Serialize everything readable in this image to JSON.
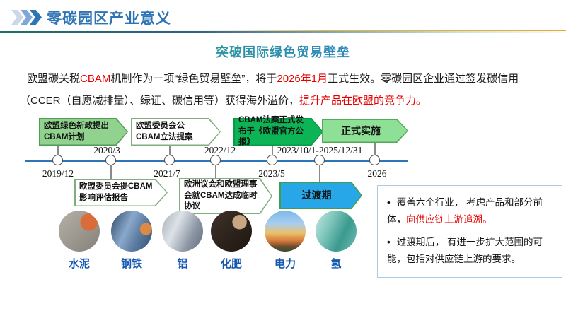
{
  "header": {
    "title": "零碳园区产业意义",
    "icon": "triple-chevron-right"
  },
  "subtitle": "突破国际绿色贸易壁垒",
  "intro": {
    "line1": [
      {
        "t": "欧盟碳关税"
      },
      {
        "t": "CBAM"
      },
      {
        "t": "机制作为一项“绿色贸易壁垒”，将于"
      },
      {
        "t": "2026年1月"
      },
      {
        "t": "正式生效。零碳园区企业通过签发碳信用"
      }
    ],
    "line2": [
      {
        "t": "（CCER（自愿减排量）、绿证、碳信用等）获得海外溢价，"
      },
      {
        "t": "提升产品在欧盟的竞争力。"
      }
    ]
  },
  "timeline": {
    "dates": [
      "2019/12",
      "2020/3",
      "2021/7",
      "2022/12",
      "2023/5",
      "2023/10/1-2025/12/31",
      "2026"
    ],
    "milestones": [
      {
        "label": "欧盟绿色新政提出CBAM计划",
        "style": "green-arrow",
        "position": "above",
        "date": "2019/12"
      },
      {
        "label": "欧盟委员会提CBAM影响评估报告",
        "style": "white-arrow",
        "position": "below",
        "date": "2020/3"
      },
      {
        "label": "欧盟委员会公CBAM立法提案",
        "style": "white-arrow",
        "position": "above",
        "date": "2021/7"
      },
      {
        "label": "欧洲议会和欧盟理事会就CBAM达成临时协议",
        "style": "white-arrow",
        "position": "below",
        "date": "2022/12"
      },
      {
        "label": "CBAM法案正式发布于《欧盟官方公报》",
        "style": "dark-green-arrow",
        "position": "above",
        "date": "2023/5"
      },
      {
        "label": "过渡期",
        "style": "blue-arrow",
        "position": "below",
        "date": "2023/10/1-2025/12/31"
      },
      {
        "label": "正式实施",
        "style": "light-green-arrow",
        "position": "above",
        "date": "2026"
      }
    ]
  },
  "industries": [
    {
      "label": "水泥",
      "photo": "cement-plastering-photo"
    },
    {
      "label": "钢铁",
      "photo": "steel-mill-photo"
    },
    {
      "label": "铝",
      "photo": "aluminum-coils-photo"
    },
    {
      "label": "化肥",
      "photo": "fertilizer-soil-hand-photo"
    },
    {
      "label": "电力",
      "photo": "power-lines-sunset-photo"
    },
    {
      "label": "氢",
      "photo": "hydrogen-plant-photo"
    }
  ],
  "notes": {
    "marker": "•",
    "bullets": [
      {
        "segments": [
          {
            "t": "覆盖六个行业， 考虑产品和部分前体，"
          },
          {
            "t": "向供应链上游追溯。"
          }
        ]
      },
      {
        "segments": [
          {
            "t": "过渡期后， 有进一步扩大范围的可能，包括对供应链上游的要求。"
          }
        ]
      }
    ]
  },
  "colors": {
    "title_blue": "#2E74B5",
    "subtitle_gradient_start": "#2BA08A",
    "subtitle_gradient_end": "#2B7CD3",
    "accent_red": "#E80000",
    "timeline_blue": "#2E75B6",
    "arrow_green_fill": "#90D28E",
    "arrow_dark_green_fill": "#0CB456",
    "arrow_light_green_fill": "#8EE097",
    "transition_blue_fill": "#27A7E8",
    "industry_label_blue": "#1558B0",
    "notes_border_blue": "#A8CBE8"
  }
}
